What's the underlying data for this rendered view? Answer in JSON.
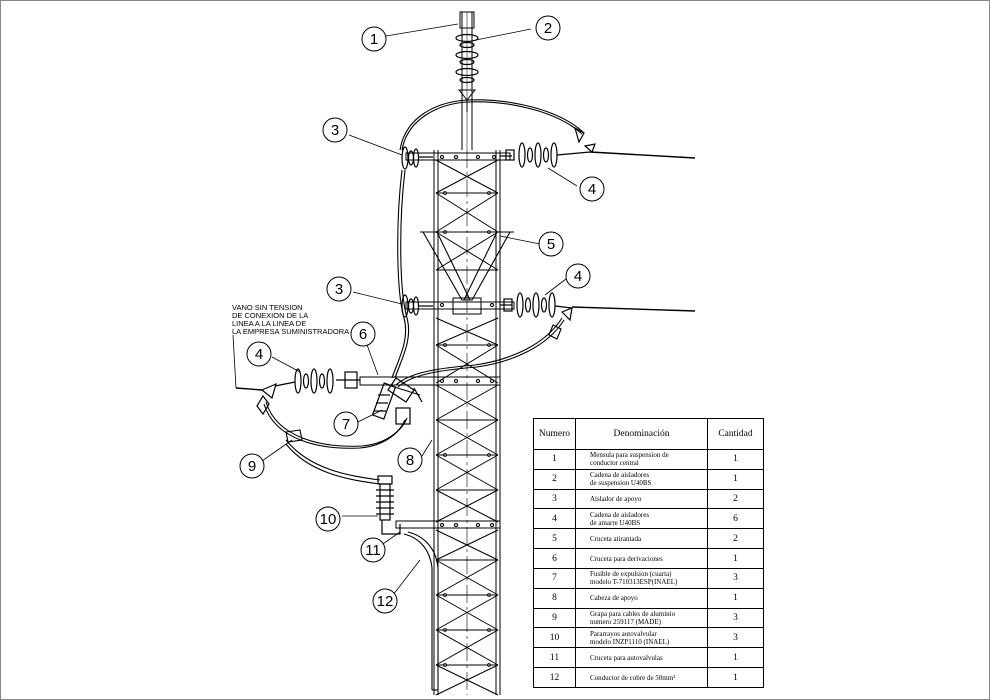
{
  "note_lines": [
    "VANO SIN TENSION",
    "DE CONEXION DE LA",
    "LINEA A LA LINEA DE",
    "LA EMPRESA SUMINISTRADORA"
  ],
  "callouts": [
    "1",
    "2",
    "3",
    "4",
    "3",
    "4",
    "5",
    "4",
    "6",
    "7",
    "8",
    "9",
    "10",
    "11",
    "12"
  ],
  "table": {
    "headers": {
      "num": "Numero",
      "den": "Denominación",
      "qty": "Cantidad"
    },
    "rows": [
      {
        "num": "1",
        "den": [
          "Mensula para suspension de",
          "conductor central"
        ],
        "qty": "1"
      },
      {
        "num": "2",
        "den": [
          "Cadena de aisladores",
          "de suspension U40BS"
        ],
        "qty": "1"
      },
      {
        "num": "3",
        "den": [
          "Aislador de apoyo"
        ],
        "qty": "2"
      },
      {
        "num": "4",
        "den": [
          "Cadena de aisladores",
          "de amarre U40BS"
        ],
        "qty": "6"
      },
      {
        "num": "5",
        "den": [
          "Cruceta atirantada"
        ],
        "qty": "2"
      },
      {
        "num": "6",
        "den": [
          "Cruceta para derivaciones"
        ],
        "qty": "1"
      },
      {
        "num": "7",
        "den": [
          "Fusible de expulsion (cuarta)",
          "modelo T-710313ESP(INAEL)"
        ],
        "qty": "3"
      },
      {
        "num": "8",
        "den": [
          "Cabeza de apoyo"
        ],
        "qty": "1"
      },
      {
        "num": "9",
        "den": [
          "Grapa para cables de aluminio",
          "numero 259117 (MADE)"
        ],
        "qty": "3"
      },
      {
        "num": "10",
        "den": [
          "Pararrayos autovalvular",
          "modelo INZP1110 (INAEL)"
        ],
        "qty": "3"
      },
      {
        "num": "11",
        "den": [
          "Cruceta para autovalvulas"
        ],
        "qty": "1"
      },
      {
        "num": "12",
        "den": [
          "Conductor de cobre de 50mm²"
        ],
        "qty": "1"
      }
    ]
  }
}
